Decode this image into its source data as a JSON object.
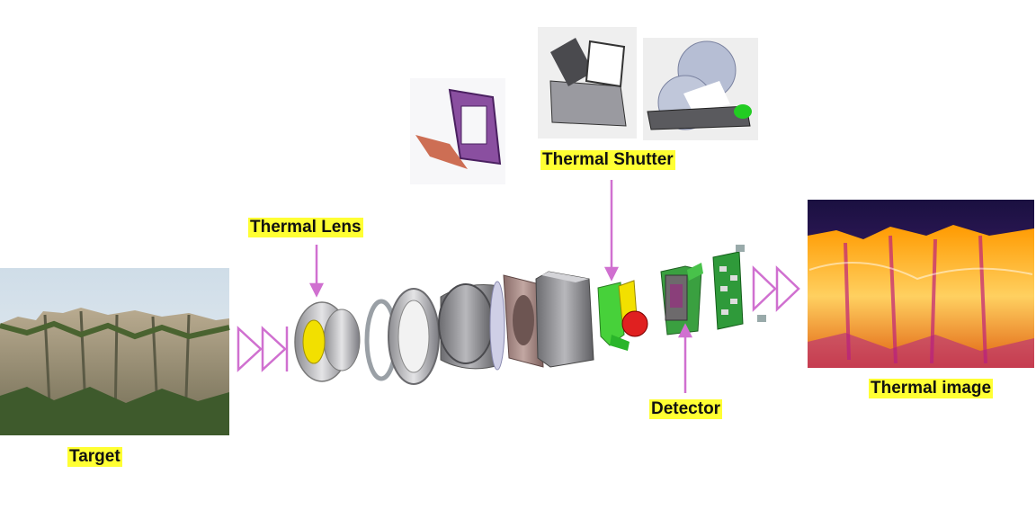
{
  "labels": {
    "target": "Target",
    "thermal_lens": "Thermal Lens",
    "thermal_shutter": "Thermal Shutter",
    "detector": "Detector",
    "thermal_image": "Thermal image"
  },
  "colors": {
    "label_bg": "#ffff33",
    "arrow": "#d070d0",
    "shutter_frame": "#8a4fa0",
    "detector_pcb": "#3aa040",
    "lens_glass": "#f2e000"
  }
}
